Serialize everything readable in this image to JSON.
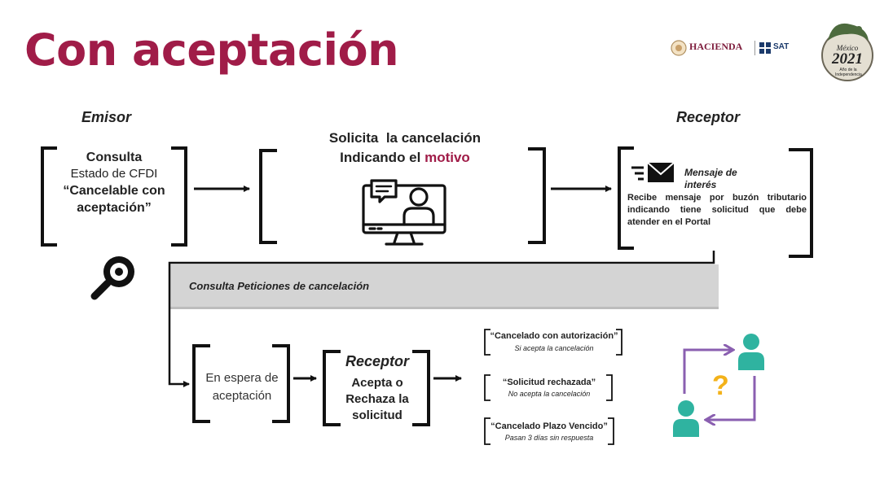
{
  "title": "Con aceptación",
  "header_logos": {
    "hacienda": "HACIENDA",
    "sat": "SAT",
    "mexico": "México",
    "year": "2021",
    "motto": "Año de la Independencia"
  },
  "emisor": {
    "heading": "Emisor",
    "line1": "Consulta",
    "line2": "Estado de CFDI",
    "line3": "“Cancelable con aceptación”",
    "icon": "magnifier-icon"
  },
  "solicita": {
    "line1": "Solicita  la cancelación",
    "line2a": "Indicando el ",
    "line2b": "motivo",
    "icon": "computer-user-icon"
  },
  "receptor_top": {
    "heading": "Receptor",
    "msg_title": "Mensaje de interés",
    "msg_body": "Recibe mensaje por buzón tributario indicando tiene solicitud que debe atender en el Portal",
    "icon": "envelope-fast-icon"
  },
  "consulta_bar": "Consulta Peticiones de cancelación",
  "espera": "En espera de aceptación",
  "receptor_bottom": {
    "heading": "Receptor",
    "body": "Acepta o Rechaza la solicitud"
  },
  "outcomes": [
    {
      "title": "“Cancelado con autorización”",
      "sub": "Si acepta la cancelación"
    },
    {
      "title": "“Solicitud rechazada”",
      "sub": "No acepta la cancelación"
    },
    {
      "title": "“Cancelado Plazo Vencido”",
      "sub": "Pasan 3 días sin respuesta"
    }
  ],
  "exchange_icon": {
    "name": "people-exchange-icon",
    "symbol": "?"
  },
  "colors": {
    "title": "#a01c48",
    "motivo": "#a01c48",
    "bar": "#d4d4d4",
    "exchange_arrows": "#8a5fb0",
    "people": "#2fb3a0",
    "question": "#f3b21a"
  }
}
